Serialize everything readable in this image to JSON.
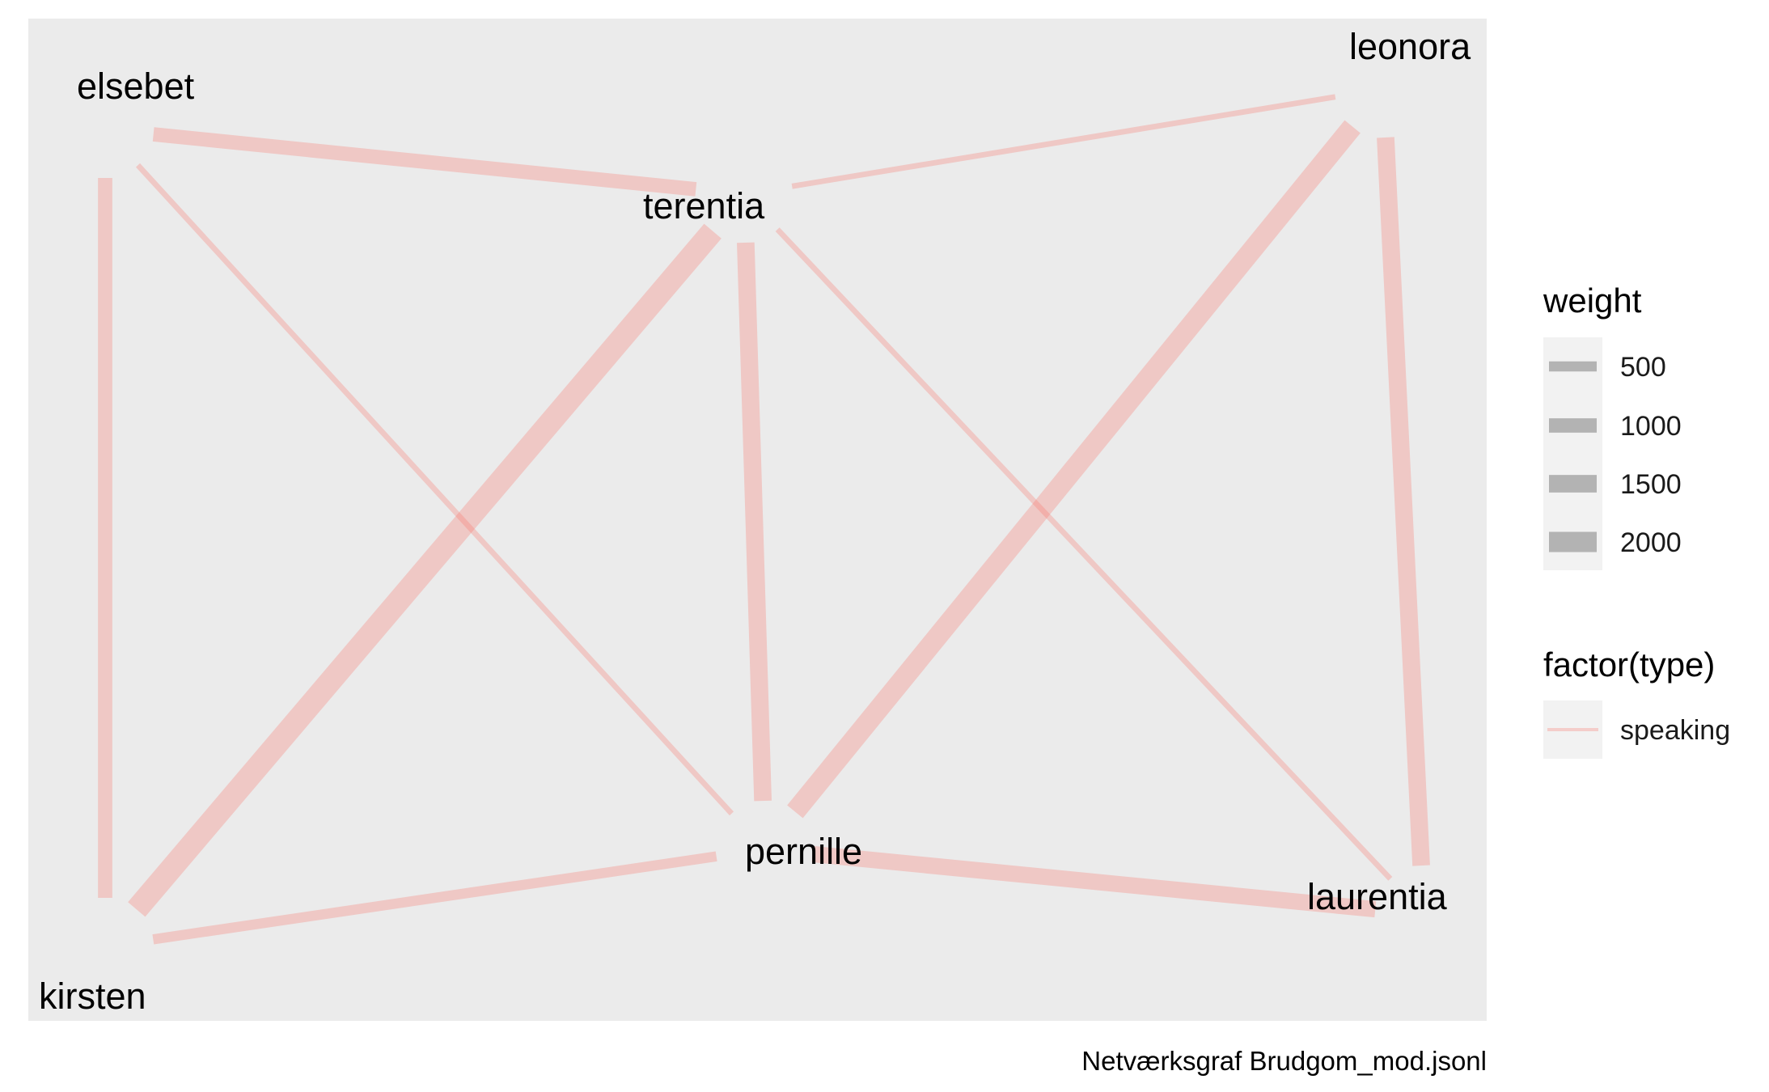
{
  "caption": "Netværksgraf Brudgom_mod.jsonl",
  "colors": {
    "panel_background": "#EBEBEB",
    "edge_speaking": "#F8766D",
    "legend_key_background": "#F2F2F2",
    "legend_swatch": "#B3B3B3"
  },
  "nodes": [
    {
      "id": "elsebet",
      "label": "elsebet"
    },
    {
      "id": "leonora",
      "label": "leonora"
    },
    {
      "id": "terentia",
      "label": "terentia"
    },
    {
      "id": "pernille",
      "label": "pernille"
    },
    {
      "id": "laurentia",
      "label": "laurentia"
    },
    {
      "id": "kirsten",
      "label": "kirsten"
    }
  ],
  "edges": [
    {
      "from": "elsebet",
      "to": "terentia",
      "weight": 1000,
      "type": "speaking"
    },
    {
      "from": "elsebet",
      "to": "kirsten",
      "weight": 1000,
      "type": "speaking"
    },
    {
      "from": "elsebet",
      "to": "pernille",
      "weight": 150,
      "type": "speaking"
    },
    {
      "from": "terentia",
      "to": "leonora",
      "weight": 150,
      "type": "speaking"
    },
    {
      "from": "terentia",
      "to": "kirsten",
      "weight": 2500,
      "type": "speaking"
    },
    {
      "from": "terentia",
      "to": "pernille",
      "weight": 1500,
      "type": "speaking"
    },
    {
      "from": "terentia",
      "to": "laurentia",
      "weight": 150,
      "type": "speaking"
    },
    {
      "from": "leonora",
      "to": "pernille",
      "weight": 2000,
      "type": "speaking"
    },
    {
      "from": "leonora",
      "to": "laurentia",
      "weight": 1500,
      "type": "speaking"
    },
    {
      "from": "pernille",
      "to": "laurentia",
      "weight": 1300,
      "type": "speaking"
    },
    {
      "from": "pernille",
      "to": "kirsten",
      "weight": 500,
      "type": "speaking"
    }
  ],
  "legend": {
    "weight": {
      "title": "weight",
      "items": [
        {
          "label": "500",
          "value": 500
        },
        {
          "label": "1000",
          "value": 1000
        },
        {
          "label": "1500",
          "value": 1500
        },
        {
          "label": "2000",
          "value": 2000
        }
      ]
    },
    "type": {
      "title": "factor(type)",
      "items": [
        {
          "label": "speaking",
          "value": "speaking"
        }
      ]
    }
  }
}
